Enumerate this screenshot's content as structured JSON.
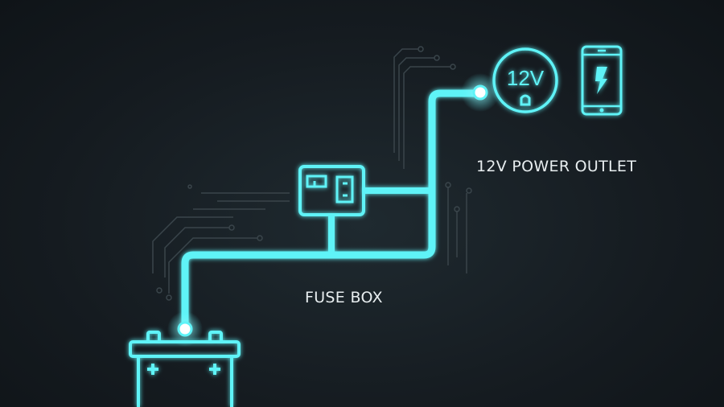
{
  "labels": {
    "power_outlet": "12V POWER OUTLET",
    "fuse_box": "FUSE BOX",
    "outlet_icon_text": "12V"
  },
  "colors": {
    "accent": "#5ff3f7",
    "background": "#161d22",
    "text": "#e8eef0"
  },
  "icons": [
    "battery-icon",
    "fuse-box-icon",
    "power-outlet-icon",
    "smartphone-charging-icon"
  ]
}
